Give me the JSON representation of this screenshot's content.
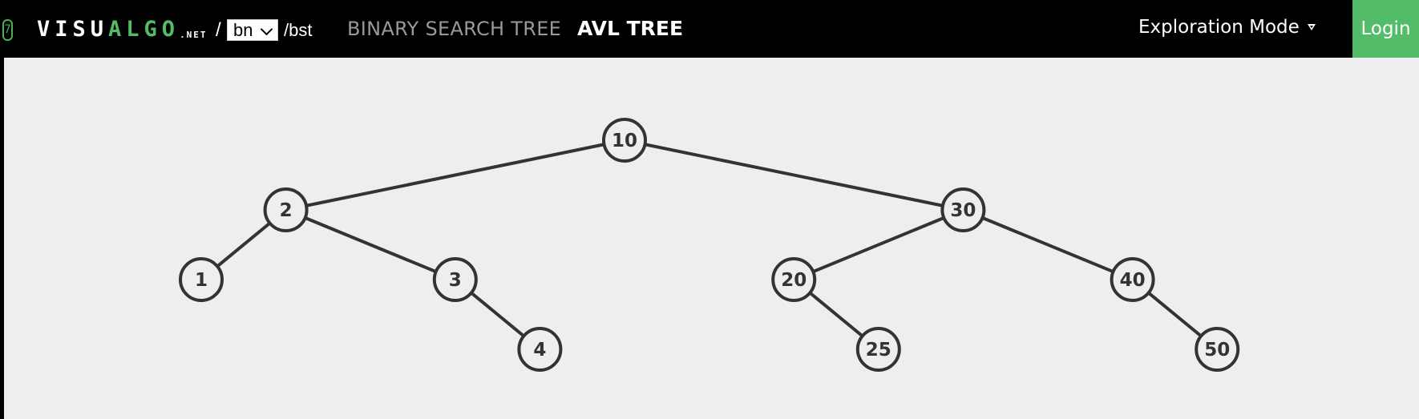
{
  "header": {
    "phone_icon_glyph": "7",
    "logo_visu": "VISU",
    "logo_algo": "ALGO",
    "logo_net": ".NET",
    "slash": "/",
    "language": "bn",
    "path": "/bst",
    "nav_bst": "BINARY SEARCH TREE",
    "nav_avl": "AVL TREE",
    "mode_label": "Exploration Mode",
    "login_label": "Login"
  },
  "colors": {
    "accent": "#52bc69",
    "topbar": "#000000",
    "canvas": "#eeeeee",
    "node_stroke": "#333333",
    "node_fill": "#eeeeee"
  },
  "tree": {
    "nodes": [
      {
        "id": "n10",
        "label": "10",
        "depth": 0,
        "inorder": 5
      },
      {
        "id": "n2",
        "label": "2",
        "depth": 1,
        "inorder": 1
      },
      {
        "id": "n30",
        "label": "30",
        "depth": 1,
        "inorder": 9
      },
      {
        "id": "n1",
        "label": "1",
        "depth": 2,
        "inorder": 0
      },
      {
        "id": "n3",
        "label": "3",
        "depth": 2,
        "inorder": 3
      },
      {
        "id": "n20",
        "label": "20",
        "depth": 2,
        "inorder": 7
      },
      {
        "id": "n40",
        "label": "40",
        "depth": 2,
        "inorder": 11
      },
      {
        "id": "n4",
        "label": "4",
        "depth": 3,
        "inorder": 4
      },
      {
        "id": "n25",
        "label": "25",
        "depth": 3,
        "inorder": 8
      },
      {
        "id": "n50",
        "label": "50",
        "depth": 3,
        "inorder": 12
      }
    ],
    "edges": [
      [
        "n10",
        "n2"
      ],
      [
        "n10",
        "n30"
      ],
      [
        "n2",
        "n1"
      ],
      [
        "n2",
        "n3"
      ],
      [
        "n3",
        "n4"
      ],
      [
        "n30",
        "n20"
      ],
      [
        "n30",
        "n40"
      ],
      [
        "n20",
        "n25"
      ],
      [
        "n40",
        "n50"
      ]
    ]
  }
}
